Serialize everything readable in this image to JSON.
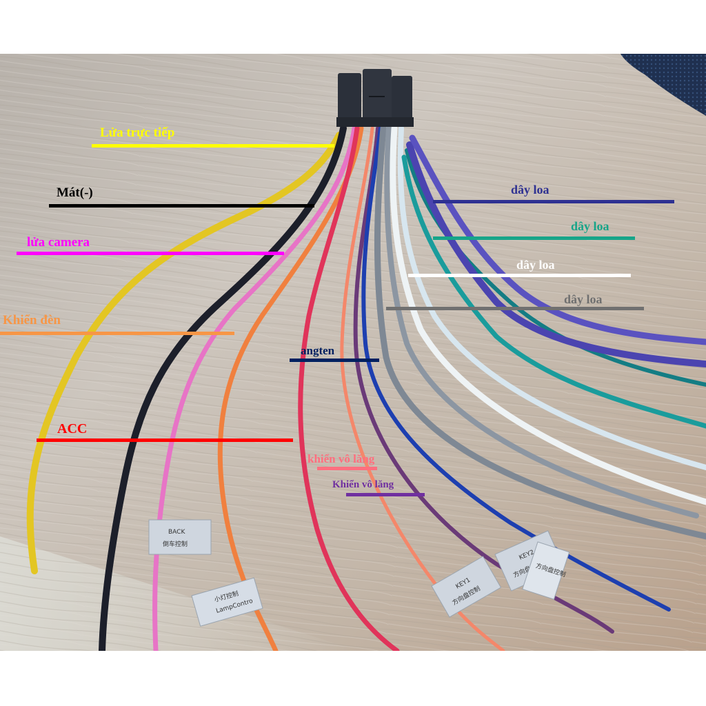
{
  "figure": {
    "subject": "car stereo wiring harness connector",
    "background": "light wood table",
    "colors": {
      "page": "#ffffff",
      "wood_light": "#cfc9c2",
      "wood_mid": "#b9b0a6",
      "wood_warm": "#bfa896",
      "connector": "#2b303a",
      "mat": "#1f3050"
    }
  },
  "annotations": [
    {
      "id": "lua-truc-tiep",
      "text": "Lửa trực tiếp",
      "color": "#ffff00",
      "wire_color": "#e3c623"
    },
    {
      "id": "mat",
      "text": "Mát(-)",
      "color": "#000000",
      "wire_color": "#1c1f2a"
    },
    {
      "id": "lua-camera",
      "text": "lửa camera",
      "color": "#ff00ff",
      "wire_color": "#e774c6"
    },
    {
      "id": "khien-den",
      "text": "Khiển đèn",
      "color": "#f79646",
      "wire_color": "#f0803f"
    },
    {
      "id": "acc",
      "text": "ACC",
      "color": "#ff0000",
      "wire_color": "#e0345a"
    },
    {
      "id": "angten",
      "text": "angten",
      "color": "#002060",
      "wire_color": "#1d3fb0"
    },
    {
      "id": "khien-vo-lang-1",
      "text": "khiển vô lăng",
      "color": "#ff6f7f",
      "wire_color": "#f4876a"
    },
    {
      "id": "khien-vo-lang-2",
      "text": "Khiển vô lăng",
      "color": "#7030a0",
      "wire_color": "#6a3a78"
    },
    {
      "id": "day-loa-1",
      "text": "dây loa",
      "color": "#2e3192",
      "wire_color": "#4b44b0"
    },
    {
      "id": "day-loa-2",
      "text": "dây loa",
      "color": "#17a589",
      "wire_color": "#1a9c9c"
    },
    {
      "id": "day-loa-3",
      "text": "dây loa",
      "color": "#ffffff",
      "wire_color": "#e4eef4"
    },
    {
      "id": "day-loa-4",
      "text": "dây loa",
      "color": "#707070",
      "wire_color": "#7e8894"
    }
  ],
  "tags": [
    {
      "id": "tag-back",
      "lines": [
        "BACK",
        "倒车控制"
      ]
    },
    {
      "id": "tag-lamp",
      "lines": [
        "小灯控制",
        "LampContro"
      ]
    },
    {
      "id": "tag-key1",
      "lines": [
        "KEY1",
        "方向盘控制"
      ]
    },
    {
      "id": "tag-key2",
      "lines": [
        "KEY2",
        "方向盘控制"
      ]
    },
    {
      "id": "tag-right",
      "lines": [
        "方向盘控制"
      ]
    }
  ]
}
